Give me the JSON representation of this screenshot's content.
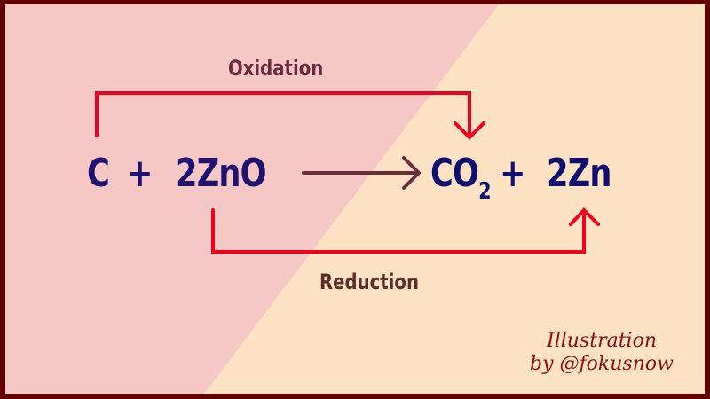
{
  "colors": {
    "border": "#620000",
    "background_left": "#f5c8c6",
    "background_right": "#fde2c4",
    "bracket": "#f0001c",
    "reaction_arrow": "#6b2e3e",
    "reactant_text": "#201070",
    "product_text": "#0f0f6e",
    "oxidation_label": "#6b2a3e",
    "reduction_label": "#5c2e28",
    "credit_text": "#8b0f12"
  },
  "equation": {
    "reactants": {
      "term1": "C",
      "plus": "+",
      "term2": "2ZnO"
    },
    "arrow": "reaction-arrow-right",
    "products": {
      "term1_base": "CO",
      "term1_subscript": "2",
      "plus": "+",
      "term2": "2Zn"
    }
  },
  "brackets": {
    "oxidation": {
      "label": "Oxidation",
      "from": "C",
      "to": "CO2",
      "direction": "top"
    },
    "reduction": {
      "label": "Reduction",
      "from": "2ZnO",
      "to": "2Zn",
      "direction": "bottom"
    }
  },
  "credit": {
    "line1": "Illustration",
    "line2": "by @fokusnow"
  }
}
